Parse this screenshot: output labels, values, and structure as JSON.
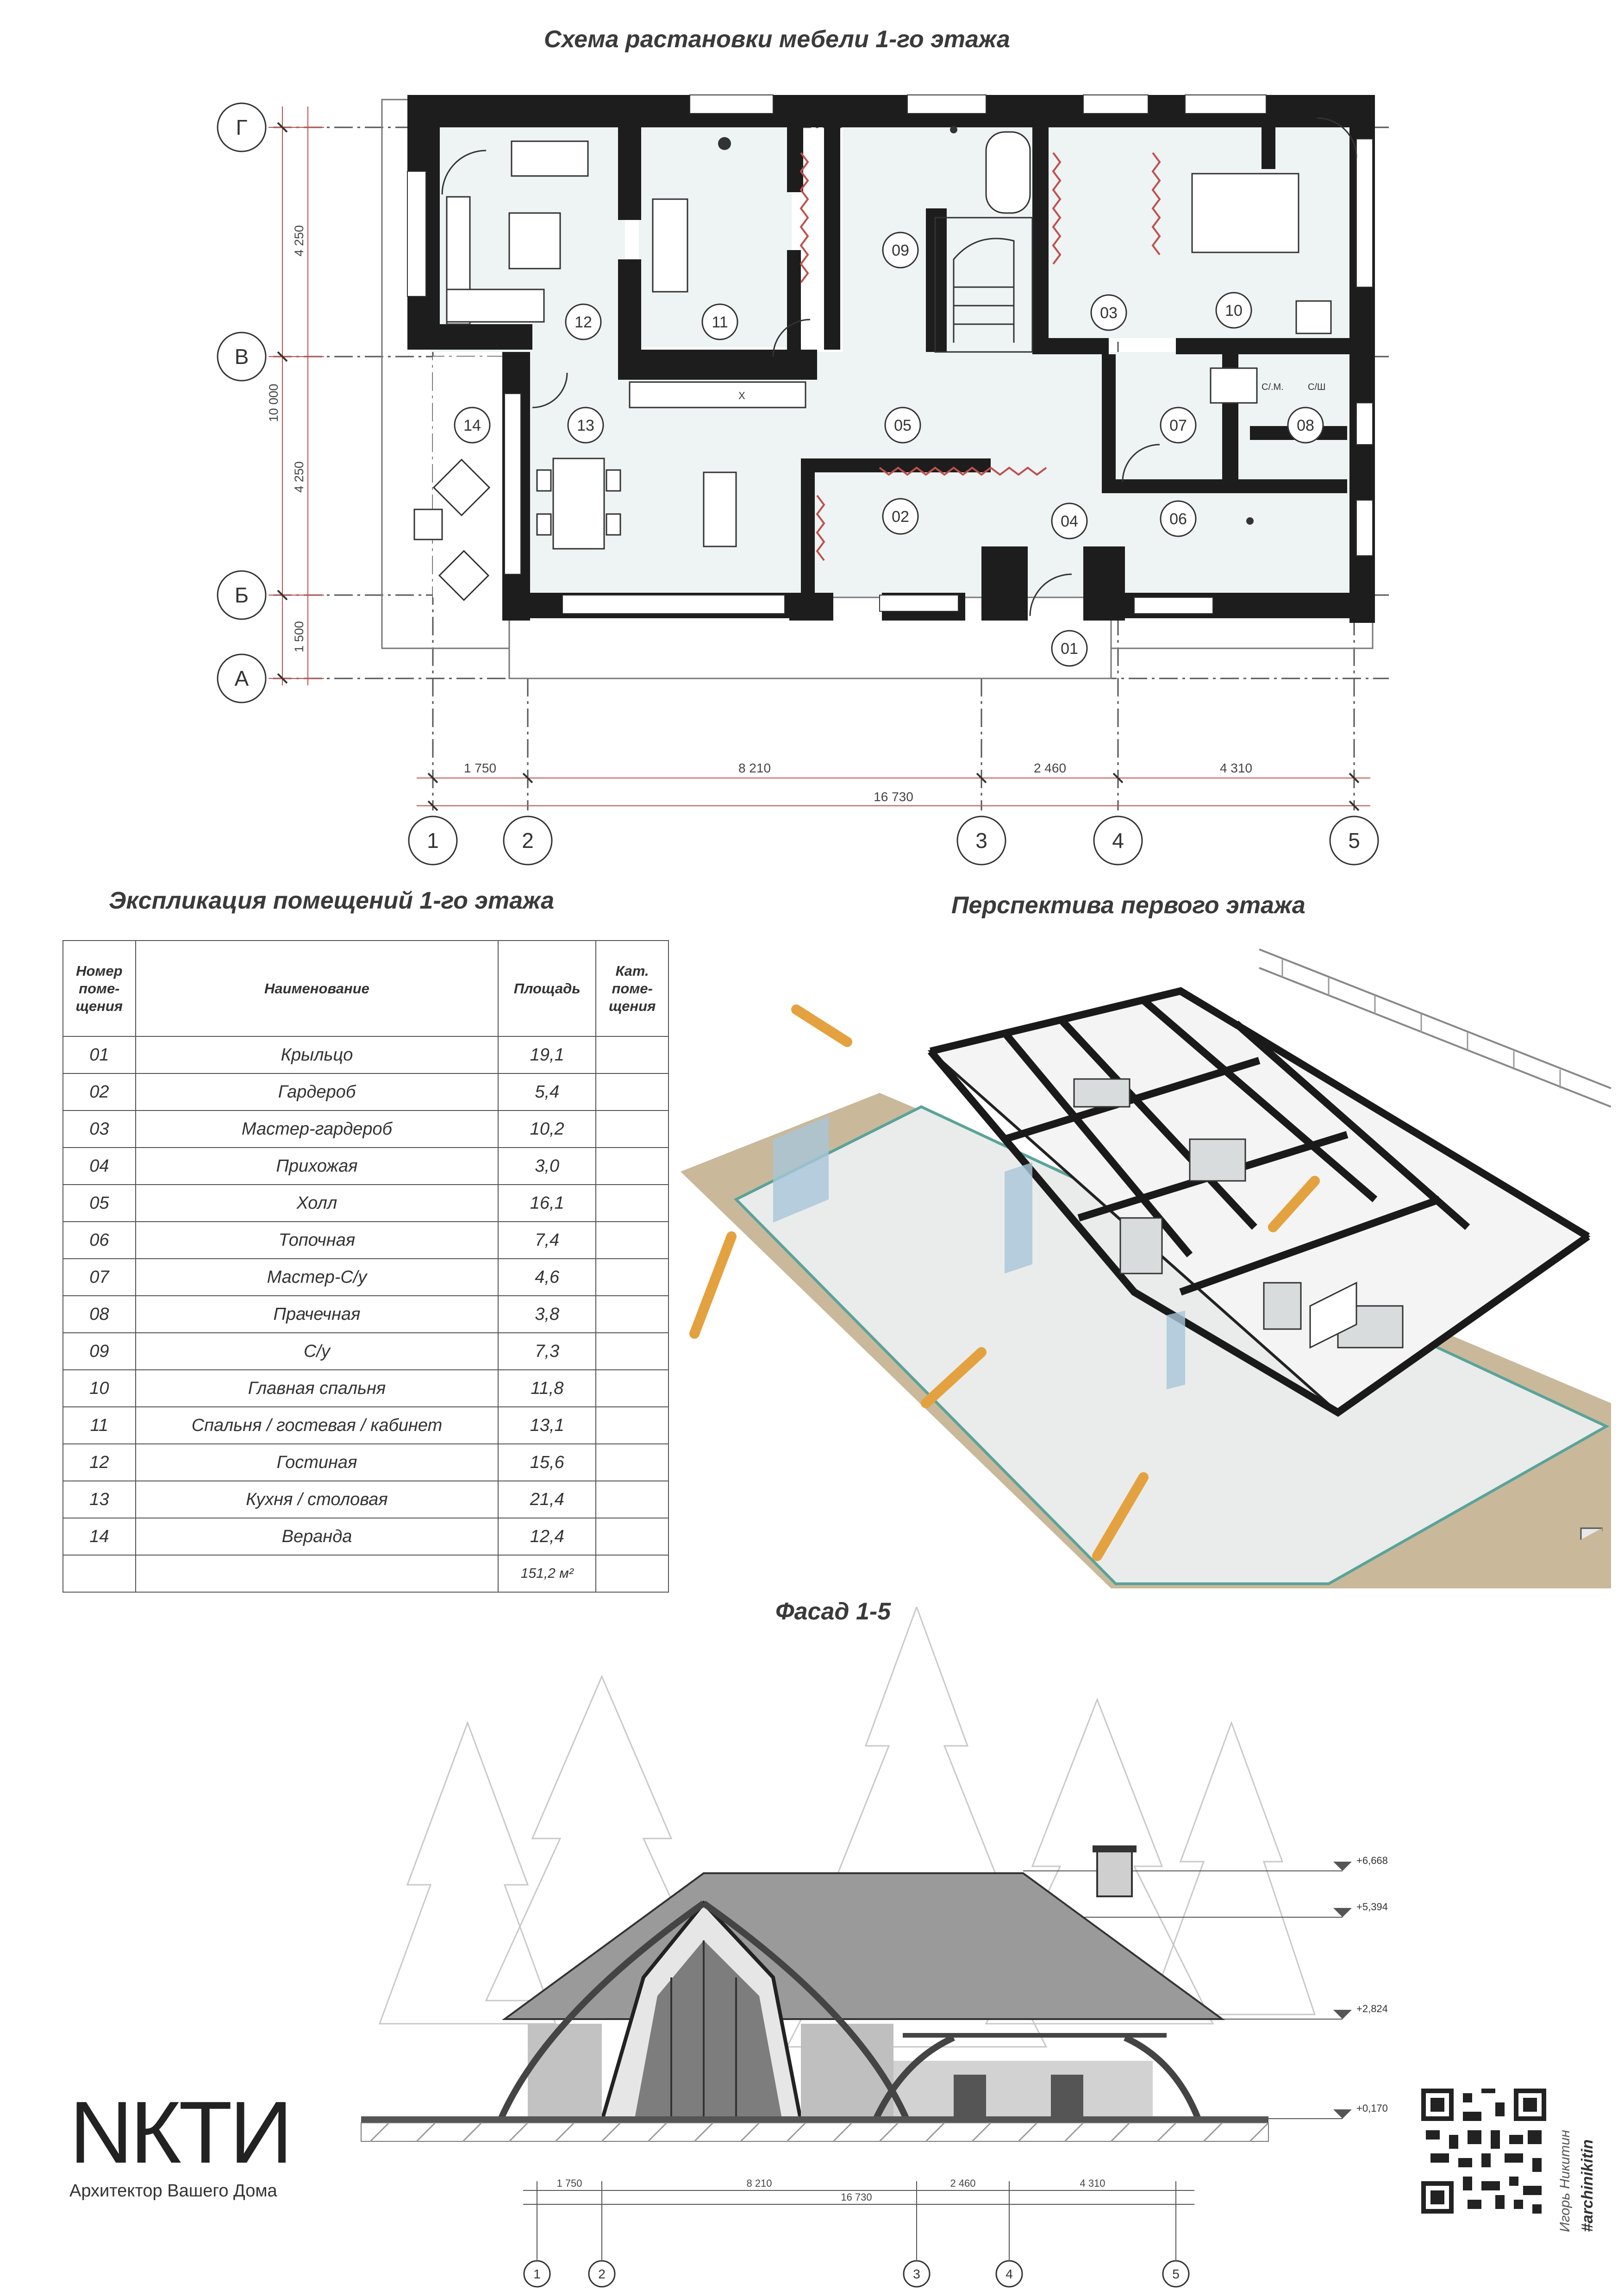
{
  "titles": {
    "plan": "Схема растановки мебели 1-го этажа",
    "explication": "Экспликация помещений 1-го этажа",
    "perspective": "Перспектива первого этажа",
    "facade": "Фасад 1-5"
  },
  "plan": {
    "axes_rows": [
      "Г",
      "В",
      "Б",
      "А"
    ],
    "axes_cols": [
      "1",
      "2",
      "3",
      "4",
      "5"
    ],
    "row_dims": [
      "4 250",
      "4 250",
      "1 500"
    ],
    "total_height_dim": "10 000",
    "col_dims": [
      "1 750",
      "8 210",
      "2 460",
      "4 310"
    ],
    "total_width_dim": "16 730",
    "room_tags": [
      "01",
      "02",
      "03",
      "04",
      "05",
      "06",
      "07",
      "08",
      "09",
      "10",
      "11",
      "12",
      "13",
      "14"
    ],
    "fixture_labels": [
      "С/.М.",
      "С/Ш",
      "X"
    ]
  },
  "table": {
    "headers": {
      "num": [
        "Номер",
        "поме-",
        "щения"
      ],
      "name": "Наименование",
      "area": "Площадь",
      "cat": [
        "Кат.",
        "поме-",
        "щения"
      ]
    },
    "rows": [
      {
        "num": "01",
        "name": "Крыльцо",
        "area": "19,1"
      },
      {
        "num": "02",
        "name": "Гардероб",
        "area": "5,4"
      },
      {
        "num": "03",
        "name": "Мастер-гардероб",
        "area": "10,2"
      },
      {
        "num": "04",
        "name": "Прихожая",
        "area": "3,0"
      },
      {
        "num": "05",
        "name": "Холл",
        "area": "16,1"
      },
      {
        "num": "06",
        "name": "Топочная",
        "area": "7,4"
      },
      {
        "num": "07",
        "name": "Мастер-С/у",
        "area": "4,6"
      },
      {
        "num": "08",
        "name": "Прачечная",
        "area": "3,8"
      },
      {
        "num": "09",
        "name": "С/у",
        "area": "7,3"
      },
      {
        "num": "10",
        "name": "Главная спальня",
        "area": "11,8"
      },
      {
        "num": "11",
        "name": "Спальня / гостевая / кабинет",
        "area": "13,1"
      },
      {
        "num": "12",
        "name": "Гостиная",
        "area": "15,6"
      },
      {
        "num": "13",
        "name": "Кухня / столовая",
        "area": "21,4"
      },
      {
        "num": "14",
        "name": "Веранда",
        "area": "12,4"
      }
    ],
    "total": "151,2 м²"
  },
  "facade": {
    "levels": [
      "+6,668",
      "+5,394",
      "+2,824",
      "+0,170"
    ],
    "col_dims": [
      "1 750",
      "8 210",
      "2 460",
      "4 310"
    ],
    "total_width_dim": "16 730",
    "axes": [
      "1",
      "2",
      "3",
      "4",
      "5"
    ]
  },
  "branding": {
    "logo_text": "NКТИ",
    "caption": "Архитектор Вашего Дома",
    "author_name": "Игорь Никитин",
    "author_tag": "#archinikitin"
  }
}
